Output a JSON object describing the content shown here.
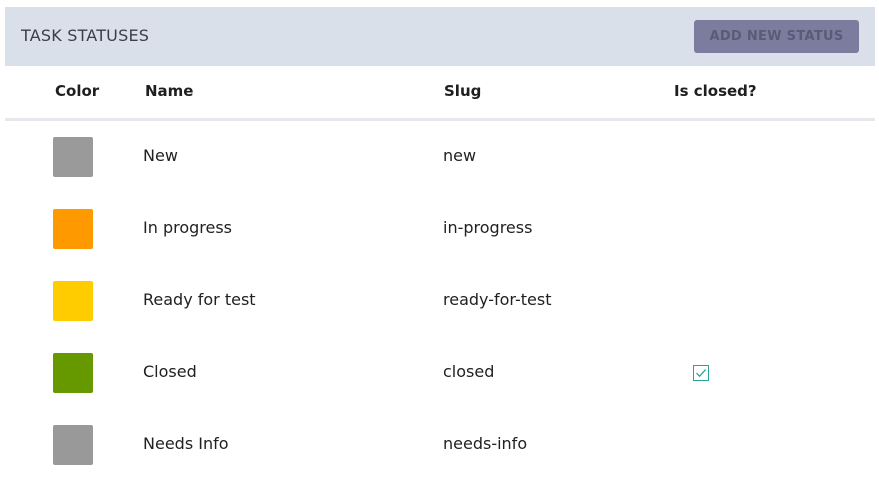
{
  "header": {
    "title": "TASK STATUSES",
    "add_button_label": "ADD NEW STATUS"
  },
  "table": {
    "columns": [
      "Color",
      "Name",
      "Slug",
      "Is closed?"
    ],
    "rows": [
      {
        "color": "#9a9a9a",
        "name": "New",
        "slug": "new",
        "is_closed": false
      },
      {
        "color": "#ff9900",
        "name": "In progress",
        "slug": "in-progress",
        "is_closed": false
      },
      {
        "color": "#ffcc00",
        "name": "Ready for test",
        "slug": "ready-for-test",
        "is_closed": false
      },
      {
        "color": "#669900",
        "name": "Closed",
        "slug": "closed",
        "is_closed": true
      },
      {
        "color": "#999999",
        "name": "Needs Info",
        "slug": "needs-info",
        "is_closed": false
      }
    ]
  },
  "icons": {
    "closed_check": "checkbox-checked-icon"
  },
  "colors": {
    "header_bg": "#dae0ea",
    "button_bg": "#7c7d9e",
    "check_color": "#2aa198"
  }
}
